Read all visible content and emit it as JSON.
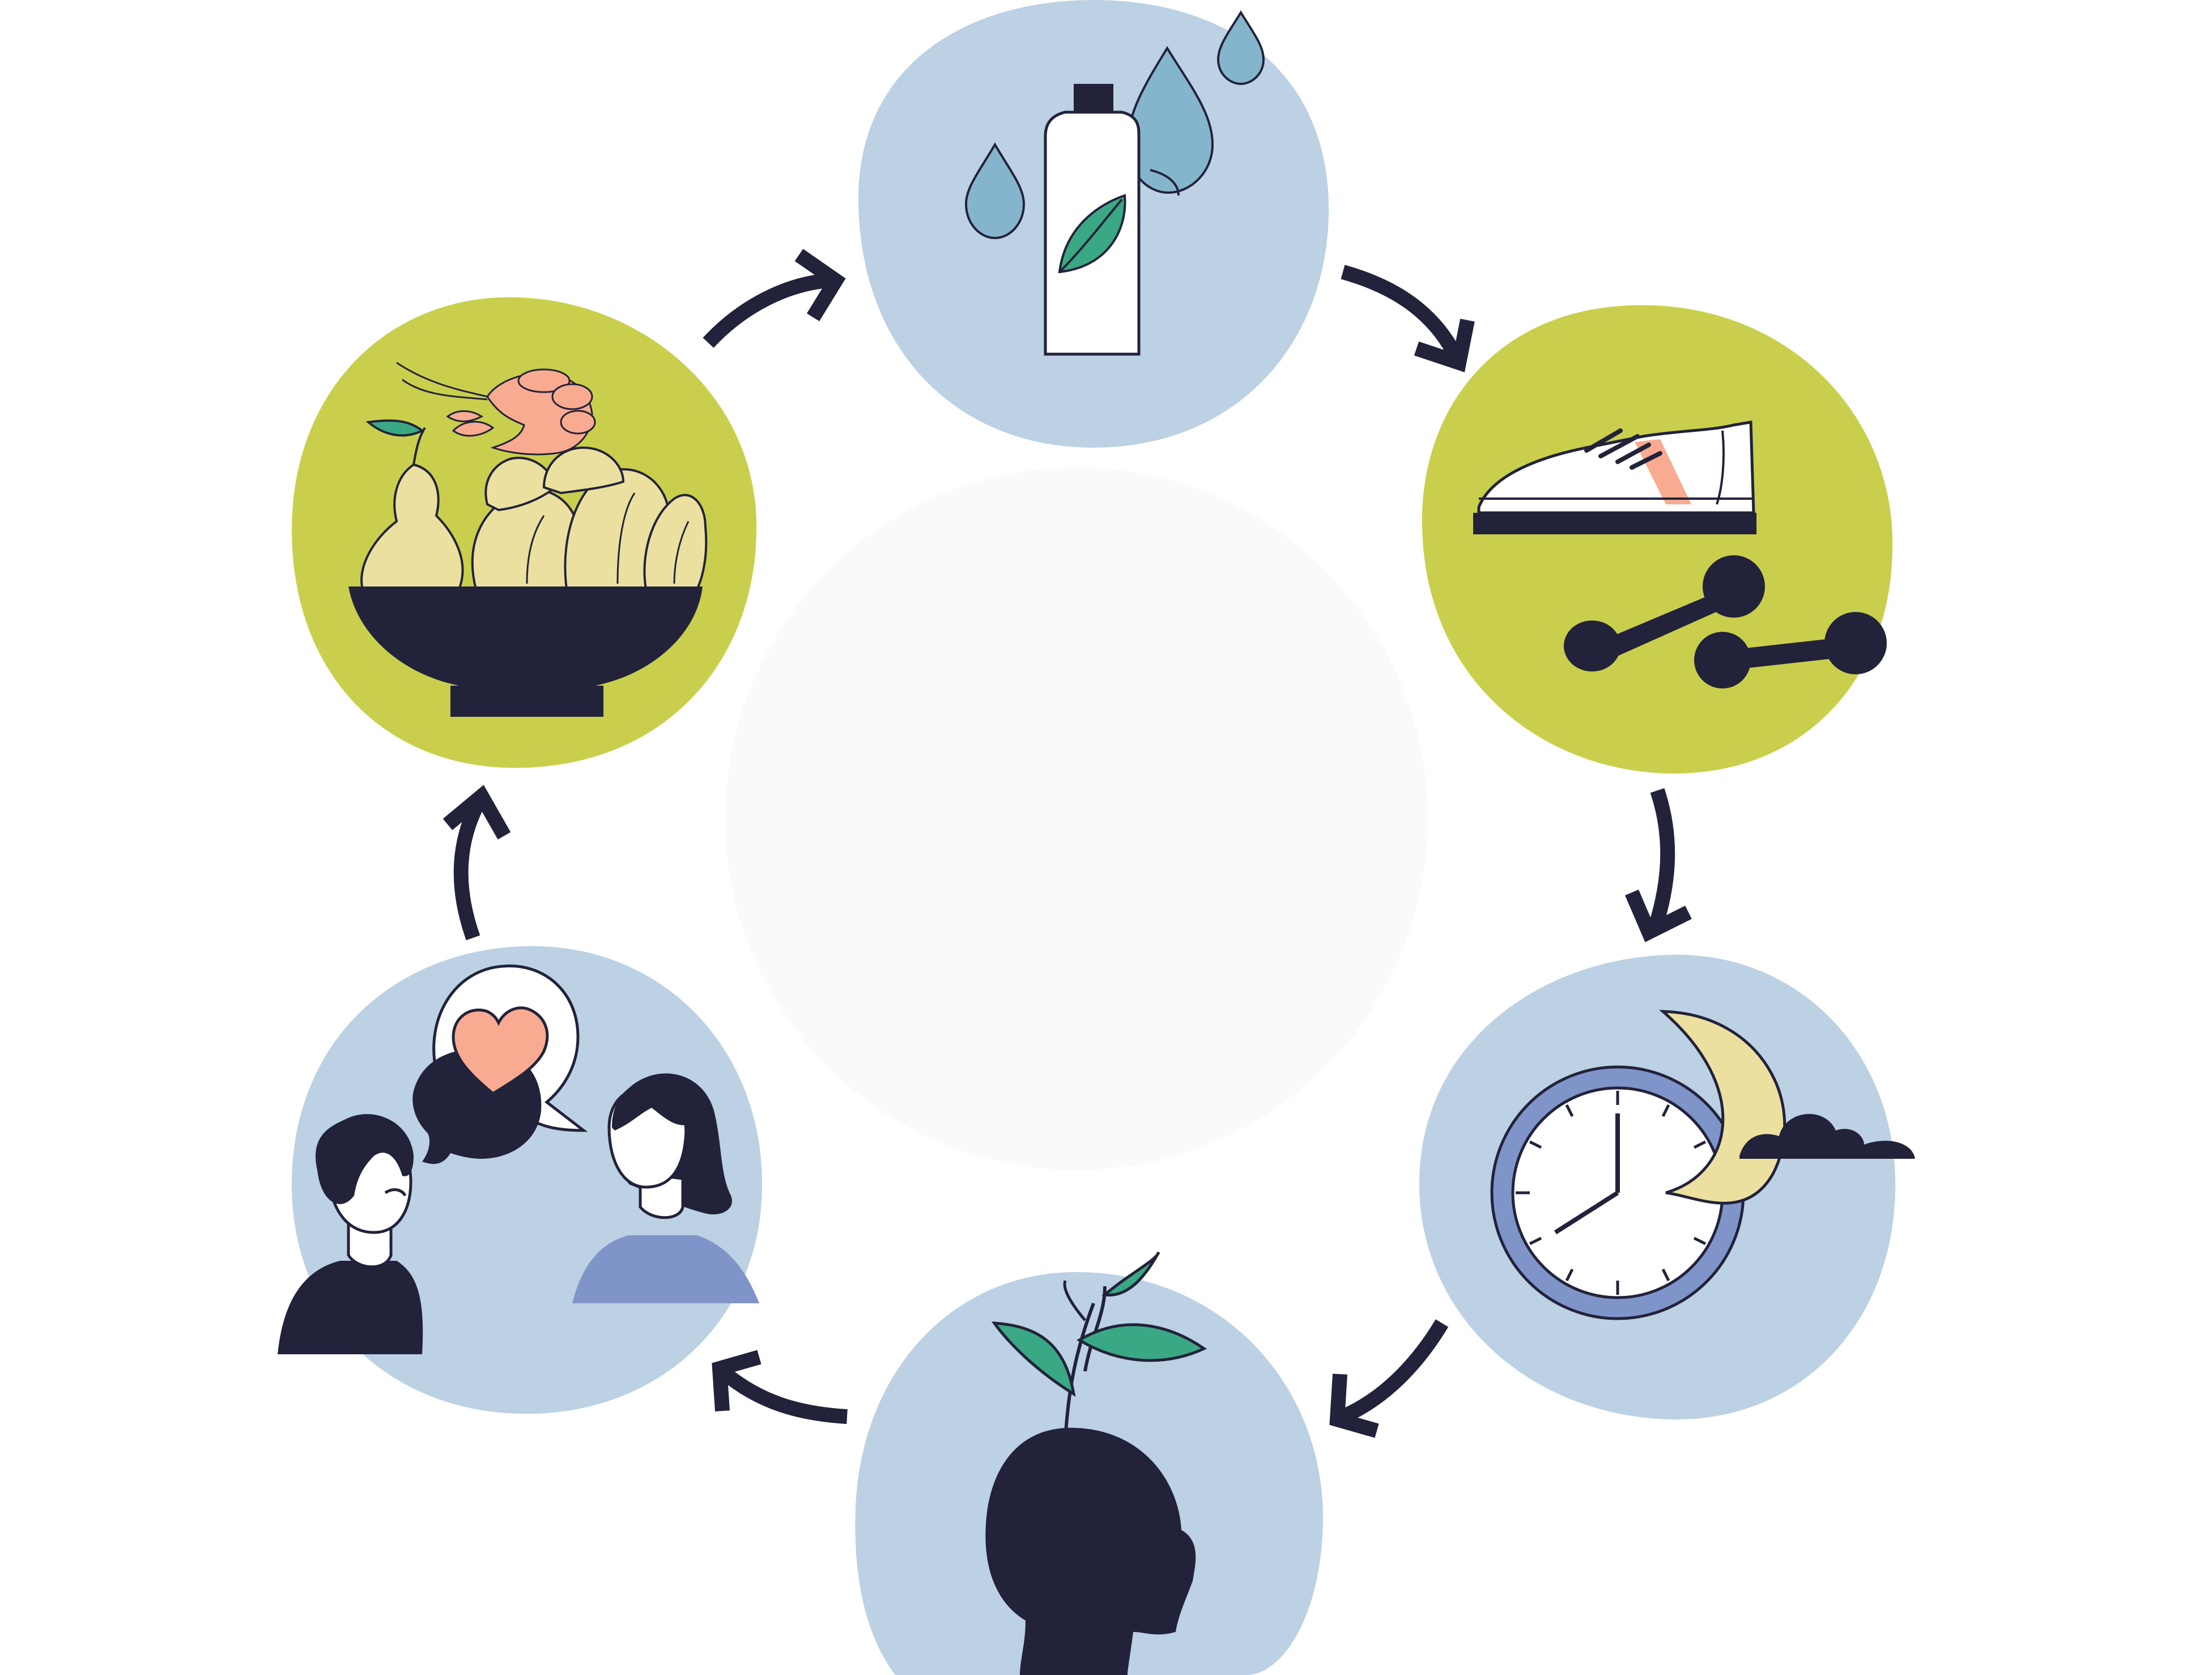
{
  "diagram": {
    "kind": "wellness-cycle",
    "direction": "clockwise",
    "palette": {
      "blue_circle": "#bcd1e3",
      "green_circle": "#c9cf4c",
      "ink": "#22223a",
      "water": "#85b5cc",
      "leaf": "#3aa884",
      "peach": "#f8ab90",
      "cream": "#ece0a0",
      "periwinkle": "#7f94c9",
      "white": "#ffffff"
    },
    "nodes": [
      {
        "id": "hydration",
        "icon": "water-bottle-icon",
        "color": "blue_circle"
      },
      {
        "id": "exercise",
        "icon": "sneaker-dumbbells-icon",
        "color": "green_circle"
      },
      {
        "id": "sleep",
        "icon": "clock-moon-icon",
        "color": "blue_circle"
      },
      {
        "id": "mental-growth",
        "icon": "head-sprout-icon",
        "color": "blue_circle"
      },
      {
        "id": "social-connection",
        "icon": "conversation-heart-icon",
        "color": "blue_circle"
      },
      {
        "id": "nutrition",
        "icon": "food-bowl-icon",
        "color": "green_circle"
      }
    ]
  }
}
